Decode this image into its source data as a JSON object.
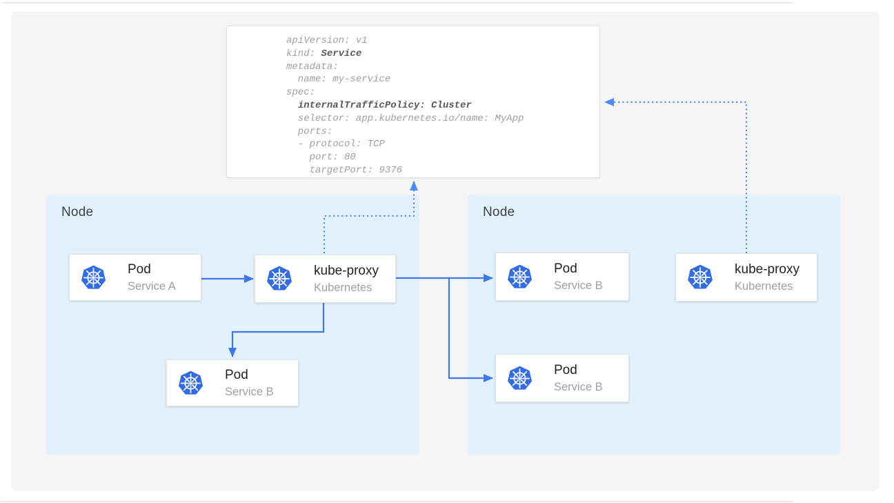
{
  "yaml": {
    "l01": "apiVersion: v1",
    "l02a": "kind: ",
    "l02b": "Service",
    "l03": "metadata:",
    "l04": "  name: my-service",
    "l05": "spec:",
    "l06a": "  ",
    "l06b": "internalTrafficPolicy: Cluster",
    "l07": "  selector: app.kubernetes.io/name: MyApp",
    "l08": "  ports:",
    "l09": "  - protocol: TCP",
    "l10": "    port: 80",
    "l11": "    targetPort: 9376"
  },
  "nodes": {
    "left": {
      "label": "Node"
    },
    "right": {
      "label": "Node"
    }
  },
  "cards": {
    "pod_service_a": {
      "title": "Pod",
      "subtitle": "Service A"
    },
    "kube_proxy_left": {
      "title": "kube-proxy",
      "subtitle": "Kubernetes"
    },
    "pod_service_b_left": {
      "title": "Pod",
      "subtitle": "Service B"
    },
    "pod_service_b_right_top": {
      "title": "Pod",
      "subtitle": "Service B"
    },
    "pod_service_b_right_bot": {
      "title": "Pod",
      "subtitle": "Service B"
    },
    "kube_proxy_right": {
      "title": "kube-proxy",
      "subtitle": "Kubernetes"
    }
  },
  "icons": {
    "kubernetes": "kubernetes-helm-wheel"
  },
  "colors": {
    "arrow_solid_blue": "#3b78e8",
    "arrow_dotted_blue": "#4c8cf7",
    "node_background": "#e3f1fc",
    "panel_background": "#f5f5f6",
    "kubernetes_logo_blue": "#326ce5",
    "card_title_text": "#1f2124",
    "card_subtitle_text": "#9aa0a6",
    "yaml_regular_text": "#9aa0a6",
    "yaml_bold_text": "#55595e"
  }
}
